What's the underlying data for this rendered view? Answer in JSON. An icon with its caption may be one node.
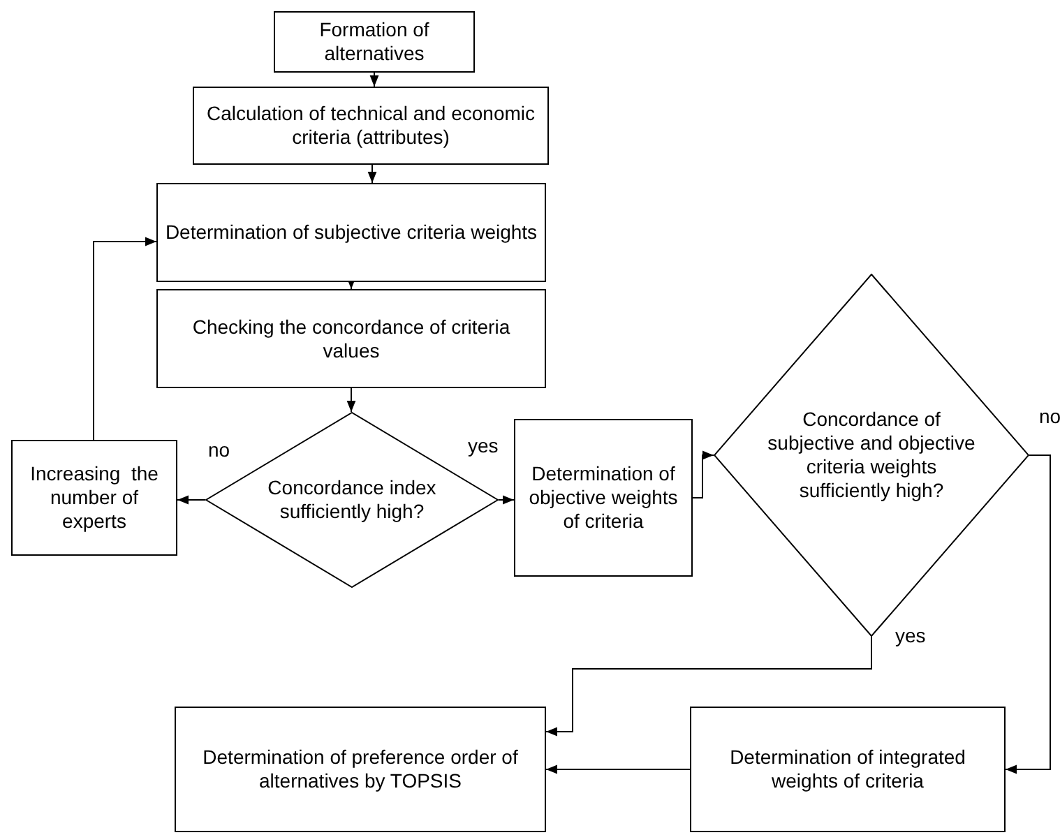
{
  "diagram": {
    "nodes": [
      {
        "text": [
          "Formation of alternatives"
        ]
      },
      {
        "text": [
          "Calculation of technical and economic criteria (attributes)"
        ]
      },
      {
        "text": [
          "Determination of subjective criteria weights"
        ]
      },
      {
        "text": [
          "Checking the concordance of criteria values"
        ]
      },
      {
        "text": [
          "Concordance index sufficiently high?"
        ]
      },
      {
        "text": [
          "Increasing  the number of experts"
        ]
      },
      {
        "text": [
          "Determination of objective weights of criteria"
        ]
      },
      {
        "text": [
          "Concordance of subjective and objective criteria weights sufficiently high?"
        ]
      },
      {
        "text": [
          "Determination of preference order of alternatives by TOPSIS"
        ]
      },
      {
        "text": [
          "Determination of integrated weights of criteria"
        ]
      }
    ],
    "edges": [
      {
        "from": 0,
        "to": 1,
        "arrow": "to"
      },
      {
        "from": 1,
        "to": 2,
        "arrow": "to"
      },
      {
        "from": 2,
        "to": 3,
        "arrow": "to"
      },
      {
        "from": 3,
        "to": 4,
        "arrow": "to"
      },
      {
        "from": 4,
        "to": 5,
        "label": "no",
        "arrow": "to"
      },
      {
        "from": 5,
        "to": 2,
        "arrow": "to"
      },
      {
        "from": 4,
        "to": 6,
        "label": "yes",
        "arrow": "to"
      },
      {
        "from": 6,
        "to": 7,
        "arrow": "to"
      },
      {
        "from": 7,
        "to": 9,
        "label": "no",
        "arrow": "to"
      },
      {
        "from": 7,
        "to": 8,
        "label": "yes",
        "arrow": "to"
      },
      {
        "from": 9,
        "to": 8,
        "arrow": "to"
      }
    ]
  }
}
